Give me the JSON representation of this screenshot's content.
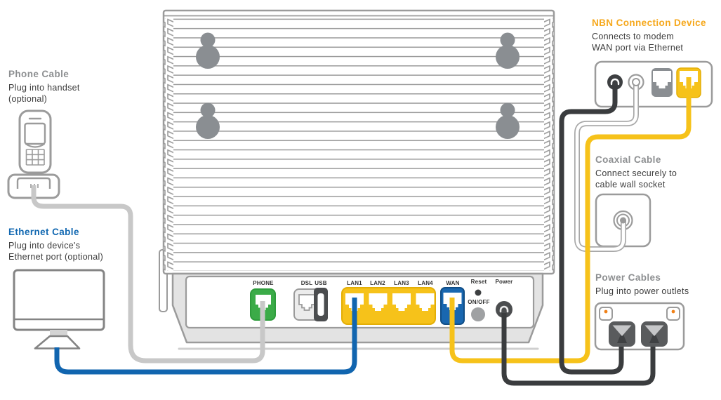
{
  "annotations": {
    "phone_cable": {
      "title": "Phone Cable",
      "lines": [
        "Plug into handset",
        "(optional)"
      ]
    },
    "ethernet_cable": {
      "title": "Ethernet Cable",
      "lines": [
        "Plug into device's",
        "Ethernet port (optional)"
      ]
    },
    "nbn_device": {
      "title": "NBN Connection Device",
      "lines": [
        "Connects to modem",
        "WAN port via Ethernet"
      ]
    },
    "coaxial_cable": {
      "title": "Coaxial Cable",
      "lines": [
        "Connect securely to",
        "cable wall socket"
      ]
    },
    "power_cables": {
      "title": "Power Cables",
      "lines": [
        "Plug into power outlets"
      ]
    }
  },
  "modem_ports": {
    "phone": "PHONE",
    "dsl": "DSL",
    "usb": "USB",
    "lan1": "LAN1",
    "lan2": "LAN2",
    "lan3": "LAN3",
    "lan4": "LAN4",
    "wan": "WAN",
    "reset": "Reset",
    "onoff": "ON/OFF",
    "power": "Power"
  },
  "colors": {
    "accent_orange": "#f6a81c",
    "accent_blue": "#1268b1",
    "cable_blue": "#1165af",
    "cable_yellow": "#f6c21a",
    "cable_gray": "#c8c8c8",
    "cable_black": "#3a3c3e",
    "port_green": "#3bab48",
    "port_wan_blue": "#1967b0",
    "outline_gray": "#9b9b9b",
    "switch_dot_orange": "#f08118"
  }
}
